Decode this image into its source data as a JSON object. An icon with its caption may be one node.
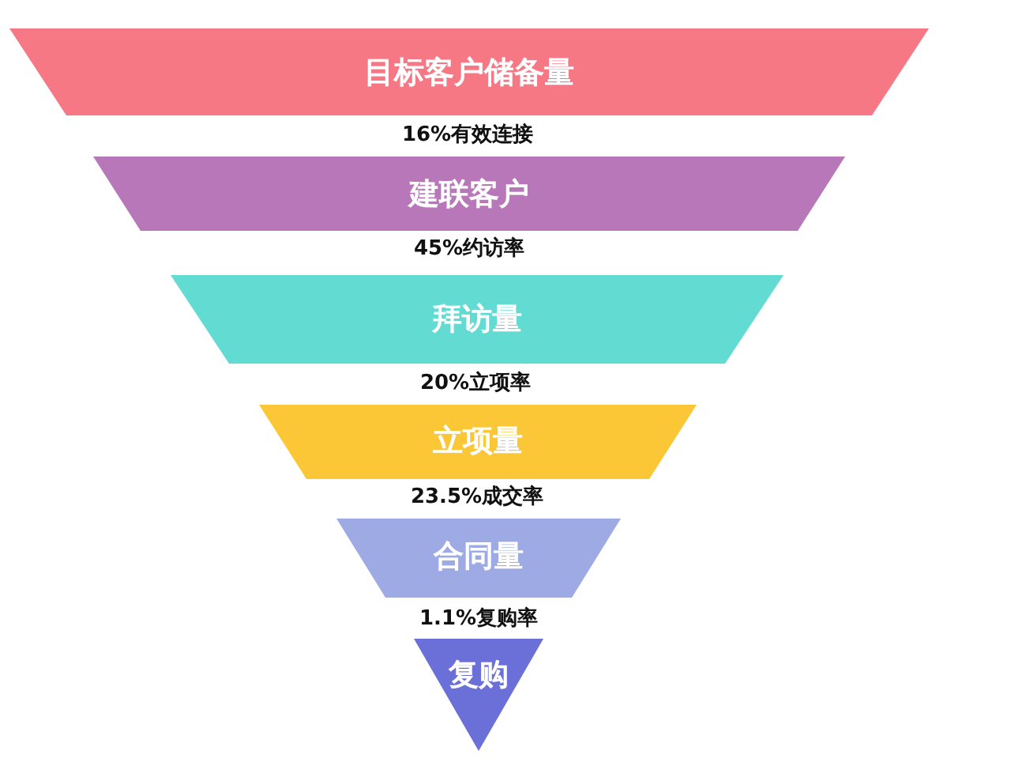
{
  "diagram": {
    "nodes": [
      {
        "text": [
          "目标客户储备量"
        ]
      },
      {
        "text": [
          "建联客户"
        ]
      },
      {
        "text": [
          "拜访量"
        ]
      },
      {
        "text": [
          "立项量"
        ]
      },
      {
        "text": [
          "合同量"
        ]
      },
      {
        "text": [
          "复购"
        ]
      }
    ],
    "labels": [
      "16%有效连接",
      "45%约访率",
      "20%立项率",
      "23.5%成交率",
      "1.1%复购率"
    ]
  }
}
